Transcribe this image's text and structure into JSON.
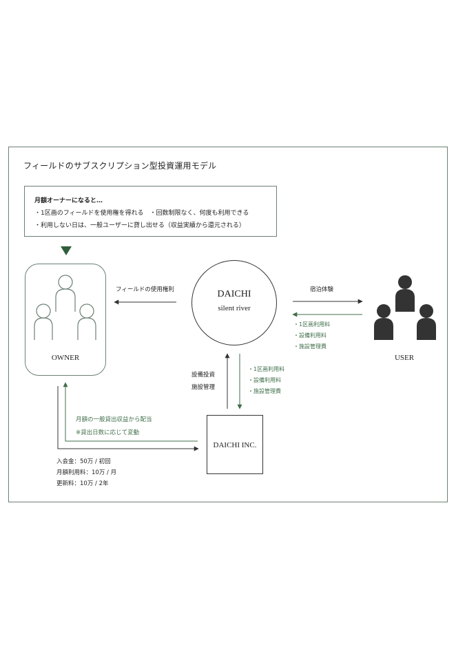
{
  "title": "フィールドのサブスクリプション型投資運用モデル",
  "info": {
    "heading": "月額オーナーになると…",
    "line1": "・1区画のフィールドを使用権を得れる　・回数制限なく、何度も利用できる",
    "line2": "・利用しない日は、一般ユーザーに貸し出せる（収益実績から還元される）"
  },
  "owner": {
    "label": "OWNER"
  },
  "center": {
    "name": "DAICHI",
    "sub": "silent river"
  },
  "user": {
    "label": "USER"
  },
  "inc": {
    "label": "DAICHI INC."
  },
  "flows": {
    "field_right": "フィールドの使用権利",
    "stay": "宿泊体験",
    "user_fees": [
      "・1区画利用料",
      "・設備利用料",
      "・施設管理費"
    ],
    "inc_fees": [
      "・1区画利用料",
      "・設備利用料",
      "・施設管理費"
    ],
    "invest": [
      "設備投資",
      "施設管理"
    ],
    "dividend": [
      "月額の一般貸出収益から配当",
      "※貸出日数に応じて変動"
    ],
    "payments": [
      "入会金：50万 / 初回",
      "月額利用料：10万 / 月",
      "更新料：10万 / 2年"
    ]
  },
  "colors": {
    "frame": "#6b7f73",
    "accent": "#3f6e4a",
    "triangle": "#2f5e3c",
    "person_dark": "#333333"
  }
}
